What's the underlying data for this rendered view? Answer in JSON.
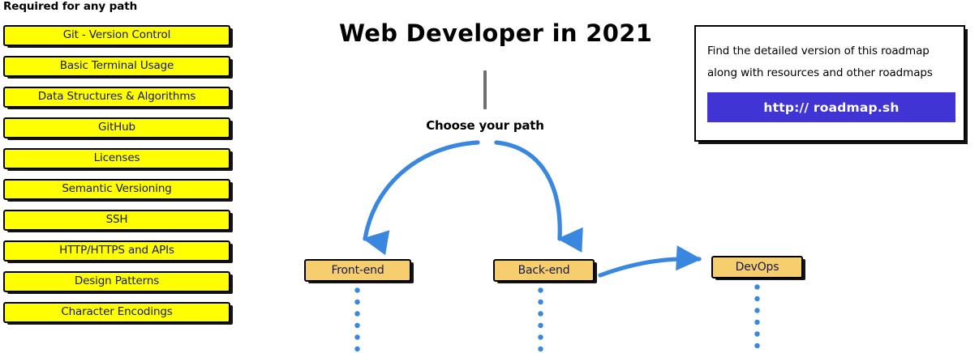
{
  "sidebar": {
    "title": "Required for any path",
    "items": [
      {
        "label": "Git - Version Control"
      },
      {
        "label": "Basic Terminal Usage"
      },
      {
        "label": "Data Structures & Algorithms"
      },
      {
        "label": "GitHub"
      },
      {
        "label": "Licenses"
      },
      {
        "label": "Semantic Versioning"
      },
      {
        "label": "SSH"
      },
      {
        "label": "HTTP/HTTPS and APIs"
      },
      {
        "label": "Design Patterns"
      },
      {
        "label": "Character Encodings"
      }
    ]
  },
  "main": {
    "title": "Web Developer in 2021",
    "choose_path_label": "Choose your path",
    "paths": [
      {
        "label": "Front-end"
      },
      {
        "label": "Back-end"
      },
      {
        "label": "DevOps"
      }
    ]
  },
  "info_card": {
    "text": "Find the detailed version of this roadmap along with resources and other roadmaps",
    "button_label": "http:// roadmap.sh"
  },
  "colors": {
    "required_box_fill": "#ffff00",
    "path_box_fill": "#f7ce6e",
    "box_border": "#000000",
    "label_text": "#15184a",
    "arrow_blue": "#3a87e0",
    "button_blue": "#4034d4",
    "stem_gray": "#6e6e6e",
    "background": "#ffffff"
  }
}
